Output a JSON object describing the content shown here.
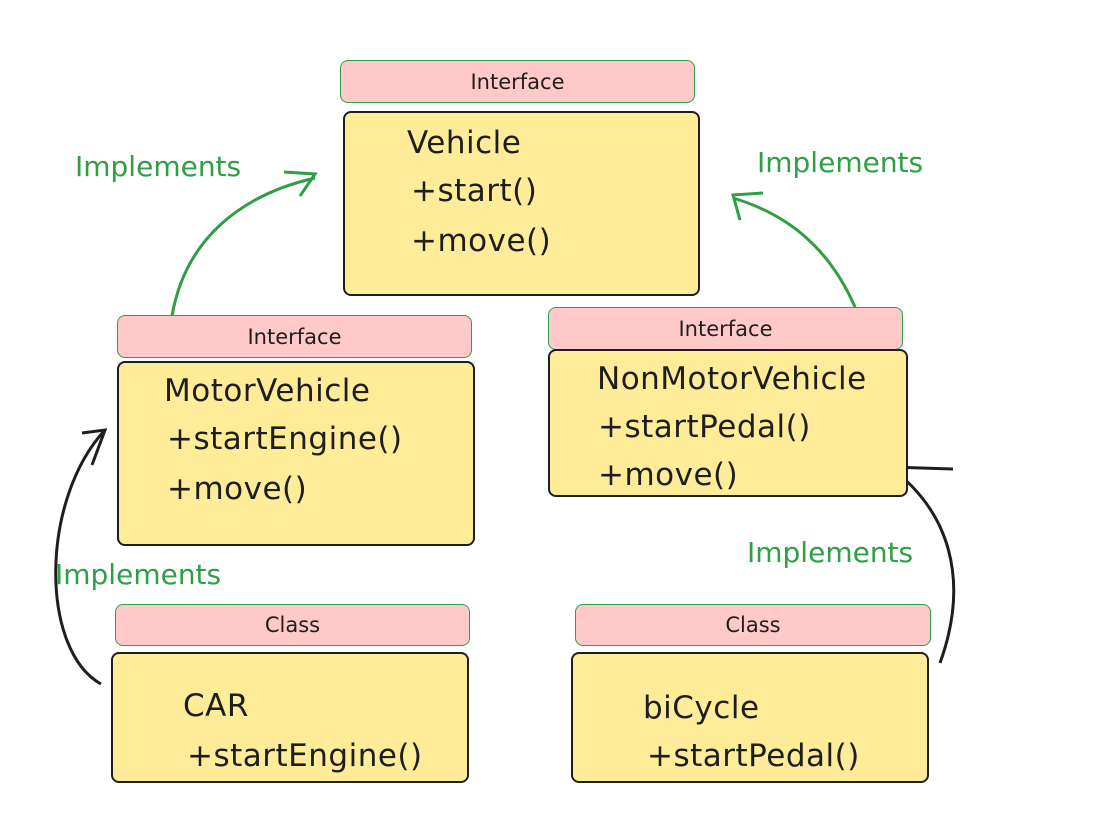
{
  "colors": {
    "header_fill": "#ffc9c9",
    "header_stroke": "#2f9e44",
    "box_fill": "#ffec99",
    "text": "#1e1e1e",
    "label": "#2f9e44"
  },
  "nodes": {
    "vehicle": {
      "stereotype": "Interface",
      "name": "Vehicle",
      "members": [
        "+start()",
        "+move()"
      ]
    },
    "motor": {
      "stereotype": "Interface",
      "name": "MotorVehicle",
      "members": [
        "+startEngine()",
        "+move()"
      ]
    },
    "nonmotor": {
      "stereotype": "Interface",
      "name": "NonMotorVehicle",
      "members": [
        "+startPedal()",
        "+move()"
      ]
    },
    "car": {
      "stereotype": "Class",
      "name": "CAR",
      "members": [
        "+startEngine()"
      ]
    },
    "bicycle": {
      "stereotype": "Class",
      "name": "biCycle",
      "members": [
        "+startPedal()"
      ]
    }
  },
  "edges": [
    {
      "from": "MotorVehicle",
      "to": "Vehicle",
      "label": "Implements"
    },
    {
      "from": "NonMotorVehicle",
      "to": "Vehicle",
      "label": "Implements"
    },
    {
      "from": "CAR",
      "to": "MotorVehicle",
      "label": "Implements"
    },
    {
      "from": "biCycle",
      "to": "NonMotorVehicle",
      "label": "Implements"
    }
  ]
}
